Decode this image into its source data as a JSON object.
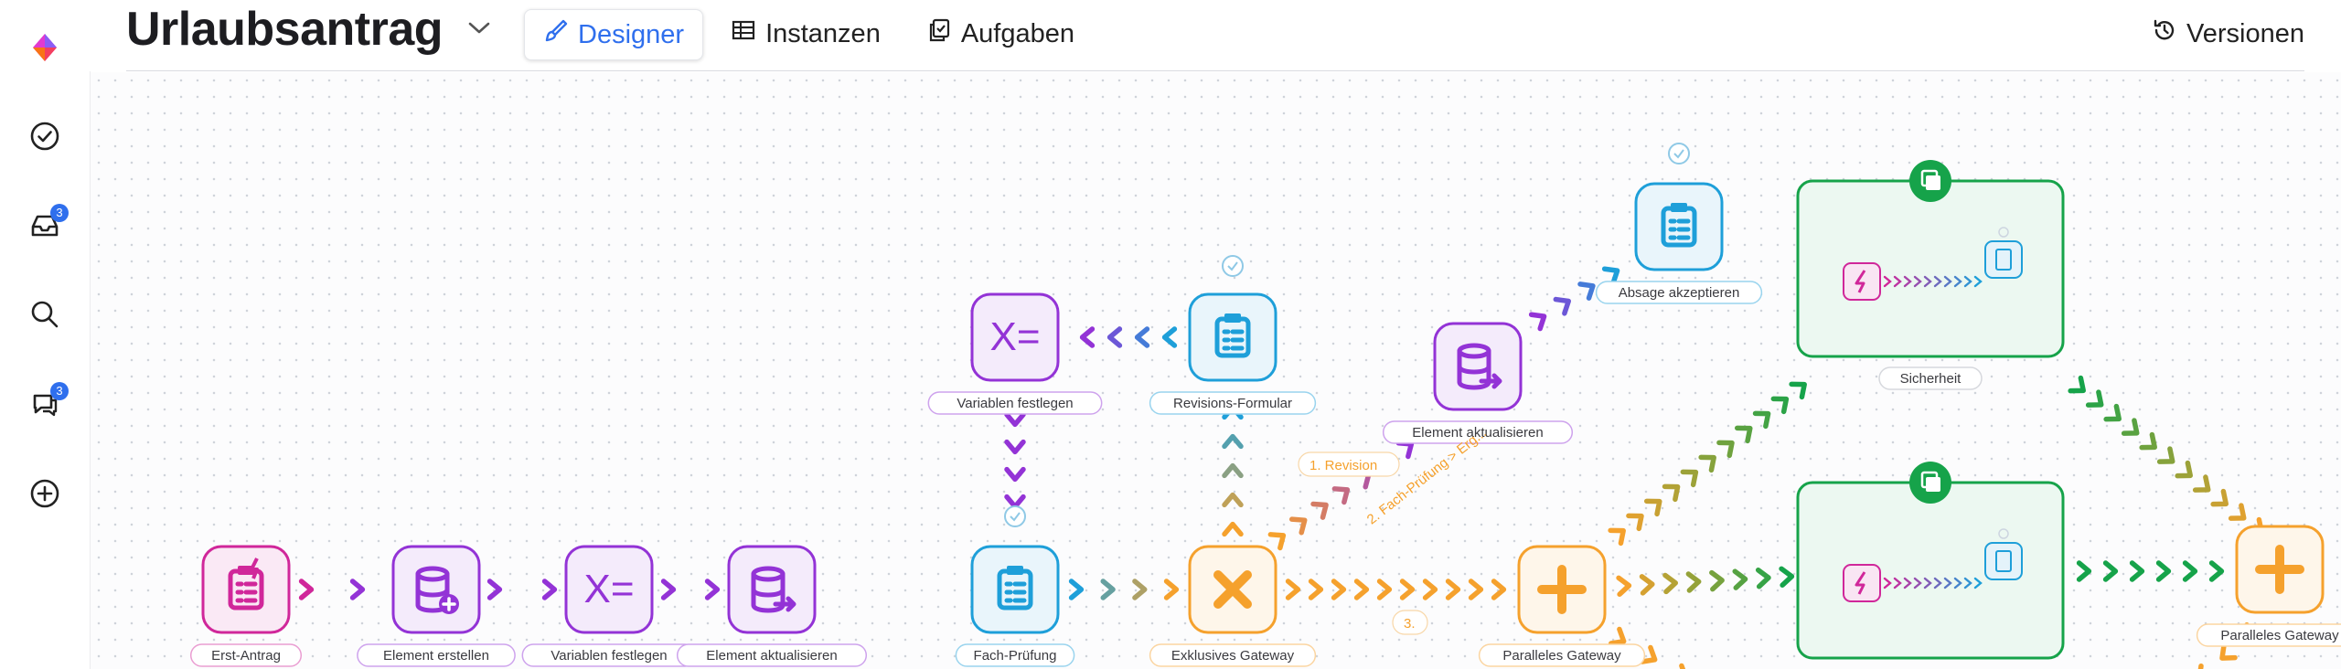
{
  "header": {
    "title": "Urlaubsantrag",
    "tabs": [
      {
        "label": "Designer",
        "icon": "brush-icon",
        "active": true
      },
      {
        "label": "Instanzen",
        "icon": "table-icon",
        "active": false
      },
      {
        "label": "Aufgaben",
        "icon": "tasks-icon",
        "active": false
      }
    ],
    "versions_label": "Versionen"
  },
  "sidebar": {
    "items": [
      {
        "name": "logo",
        "icon": "diamond-logo-icon"
      },
      {
        "name": "tasks",
        "icon": "check-circle-icon"
      },
      {
        "name": "inbox",
        "icon": "inbox-icon",
        "badge": "3"
      },
      {
        "name": "search",
        "icon": "search-icon"
      },
      {
        "name": "chat",
        "icon": "chat-icon",
        "badge": "3"
      },
      {
        "name": "add",
        "icon": "plus-circle-icon"
      }
    ]
  },
  "colors": {
    "accent": "#2f6fed",
    "magenta": "#d0279a",
    "purple": "#9333d6",
    "blue": "#1e9fd9",
    "orange": "#f5a12d",
    "green": "#16a34a"
  },
  "flow": {
    "nodes": [
      {
        "id": "erst-antrag",
        "label": "Erst-Antrag",
        "kind": "form-trigger",
        "color": "magenta"
      },
      {
        "id": "element-erstellen",
        "label": "Element erstellen",
        "kind": "db-add",
        "color": "purple"
      },
      {
        "id": "variablen-festlegen-1",
        "label": "Variablen festlegen",
        "kind": "variables",
        "color": "purple"
      },
      {
        "id": "element-aktualisieren-1",
        "label": "Element aktualisieren",
        "kind": "db-update",
        "color": "purple"
      },
      {
        "id": "fach-pruefung",
        "label": "Fach-Prüfung",
        "kind": "form",
        "color": "blue"
      },
      {
        "id": "exklusives-gateway",
        "label": "Exklusives Gateway",
        "kind": "xor",
        "color": "orange"
      },
      {
        "id": "revisions-formular",
        "label": "Revisions-Formular",
        "kind": "form",
        "color": "blue"
      },
      {
        "id": "variablen-festlegen-2",
        "label": "Variablen festlegen",
        "kind": "variables",
        "color": "purple"
      },
      {
        "id": "element-aktualisieren-2",
        "label": "Element aktualisieren",
        "kind": "db-update",
        "color": "purple"
      },
      {
        "id": "absage-akzeptieren",
        "label": "Absage akzeptieren",
        "kind": "form",
        "color": "blue"
      },
      {
        "id": "paralleles-gateway-1",
        "label": "Paralleles Gateway",
        "kind": "and",
        "color": "orange"
      },
      {
        "id": "sicherheit",
        "label": "Sicherheit",
        "kind": "subprocess",
        "color": "green"
      },
      {
        "id": "subprocess-2",
        "label": "",
        "kind": "subprocess",
        "color": "green"
      },
      {
        "id": "paralleles-gateway-2",
        "label": "Paralleles Gateway",
        "kind": "and",
        "color": "orange"
      }
    ],
    "edge_labels": [
      "1. Revision",
      "2. Fach-Prüfung > Erg...",
      "3."
    ]
  }
}
